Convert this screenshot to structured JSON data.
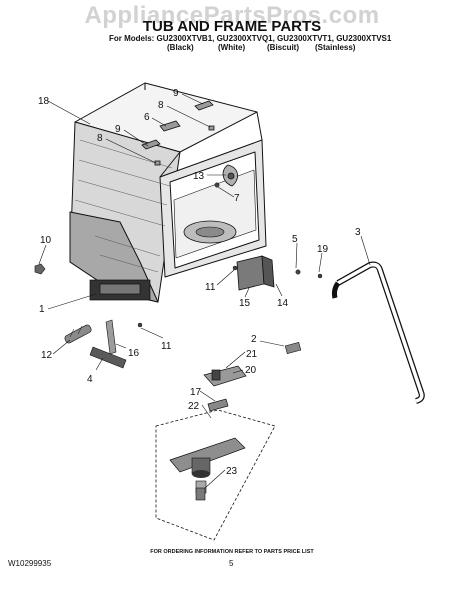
{
  "watermark": "AppliancePartsPros.com",
  "title": "TUB AND FRAME PARTS",
  "models_line": "For Models: GU2300XTVB1, GU2300XTVQ1, GU2300XTVT1, GU2300XTVS1",
  "variants": [
    "(Black)",
    "(White)",
    "(Biscuit)",
    "(Stainless)"
  ],
  "callouts": [
    "18",
    "9",
    "8",
    "6",
    "9",
    "8",
    "13",
    "7",
    "10",
    "5",
    "19",
    "3",
    "11",
    "15",
    "14",
    "1",
    "11",
    "2",
    "12",
    "16",
    "21",
    "4",
    "20",
    "17",
    "22",
    "23"
  ],
  "footer_note": "FOR ORDERING INFORMATION REFER TO PARTS PRICE LIST",
  "doc_id": "W10299935",
  "page_number": "5"
}
